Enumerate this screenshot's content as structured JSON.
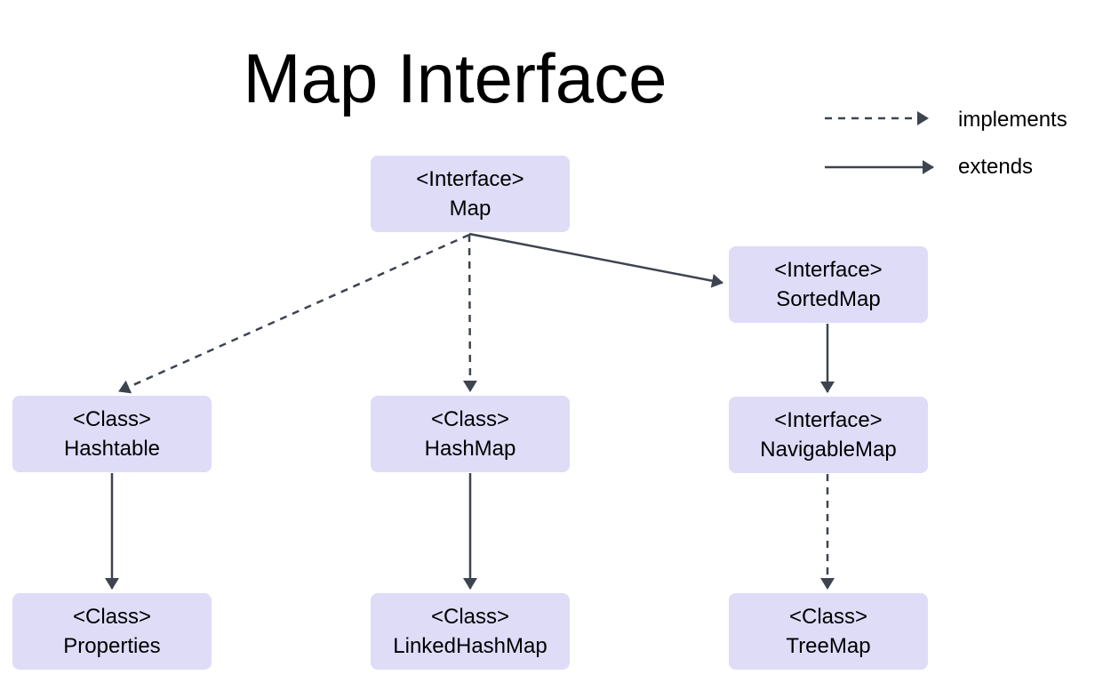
{
  "title": "Map Interface",
  "colors": {
    "node_fill": "#dedcf7",
    "edge_stroke": "#3d4450",
    "text": "#000000",
    "background": "#ffffff"
  },
  "legend": {
    "items": [
      {
        "style": "dashed",
        "label": "implements"
      },
      {
        "style": "solid",
        "label": "extends"
      }
    ]
  },
  "nodes": {
    "map": {
      "stereotype": "<Interface>",
      "name": "Map"
    },
    "sortedmap": {
      "stereotype": "<Interface>",
      "name": "SortedMap"
    },
    "hashtable": {
      "stereotype": "<Class>",
      "name": "Hashtable"
    },
    "hashmap": {
      "stereotype": "<Class>",
      "name": "HashMap"
    },
    "navigablemap": {
      "stereotype": "<Interface>",
      "name": "NavigableMap"
    },
    "properties": {
      "stereotype": "<Class>",
      "name": "Properties"
    },
    "linkedhashmap": {
      "stereotype": "<Class>",
      "name": "LinkedHashMap"
    },
    "treemap": {
      "stereotype": "<Class>",
      "name": "TreeMap"
    }
  },
  "edges": [
    {
      "from": "Map",
      "to": "Hashtable",
      "type": "implements",
      "style": "dashed"
    },
    {
      "from": "Map",
      "to": "HashMap",
      "type": "implements",
      "style": "dashed"
    },
    {
      "from": "Map",
      "to": "SortedMap",
      "type": "extends",
      "style": "solid"
    },
    {
      "from": "Hashtable",
      "to": "Properties",
      "type": "extends",
      "style": "solid"
    },
    {
      "from": "HashMap",
      "to": "LinkedHashMap",
      "type": "extends",
      "style": "solid"
    },
    {
      "from": "SortedMap",
      "to": "NavigableMap",
      "type": "extends",
      "style": "solid"
    },
    {
      "from": "NavigableMap",
      "to": "TreeMap",
      "type": "implements",
      "style": "dashed"
    }
  ]
}
